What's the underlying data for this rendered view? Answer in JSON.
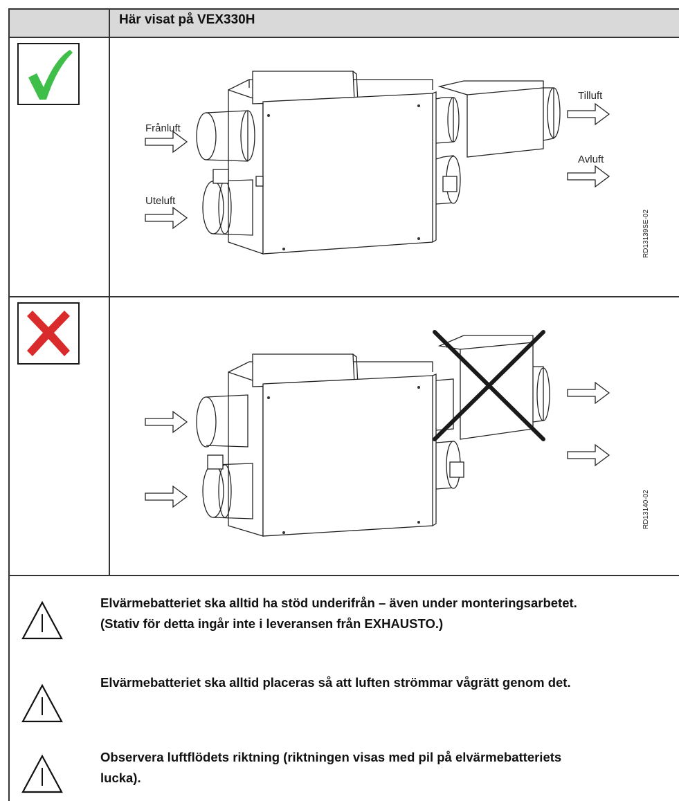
{
  "header": {
    "title": "Här visat på VEX330H"
  },
  "rows": [
    {
      "status": "correct",
      "status_color": "#3fbe4a",
      "labels": {
        "franluft": "Frånluft",
        "uteluft": "Uteluft",
        "tilluft": "Tilluft",
        "avluft": "Avluft"
      },
      "drawing_code": "RD13139SE-02"
    },
    {
      "status": "incorrect",
      "status_color": "#d92b2b",
      "drawing_code": "RD13140-02"
    }
  ],
  "warnings": [
    {
      "icon": "warning-icon",
      "lines": [
        "Elvärmebatteriet ska alltid ha stöd underifrån – även under monteringsarbetet.",
        "(Stativ för detta ingår inte i leveransen från EXHAUSTO.)"
      ]
    },
    {
      "icon": "warning-icon",
      "lines": [
        "Elvärmebatteriet ska alltid placeras så att luften strömmar vågrätt genom det."
      ]
    },
    {
      "icon": "warning-icon",
      "lines": [
        "Observera luftflödets riktning (riktningen visas med pil på elvärmebatteriets",
        "lucka)."
      ]
    }
  ]
}
